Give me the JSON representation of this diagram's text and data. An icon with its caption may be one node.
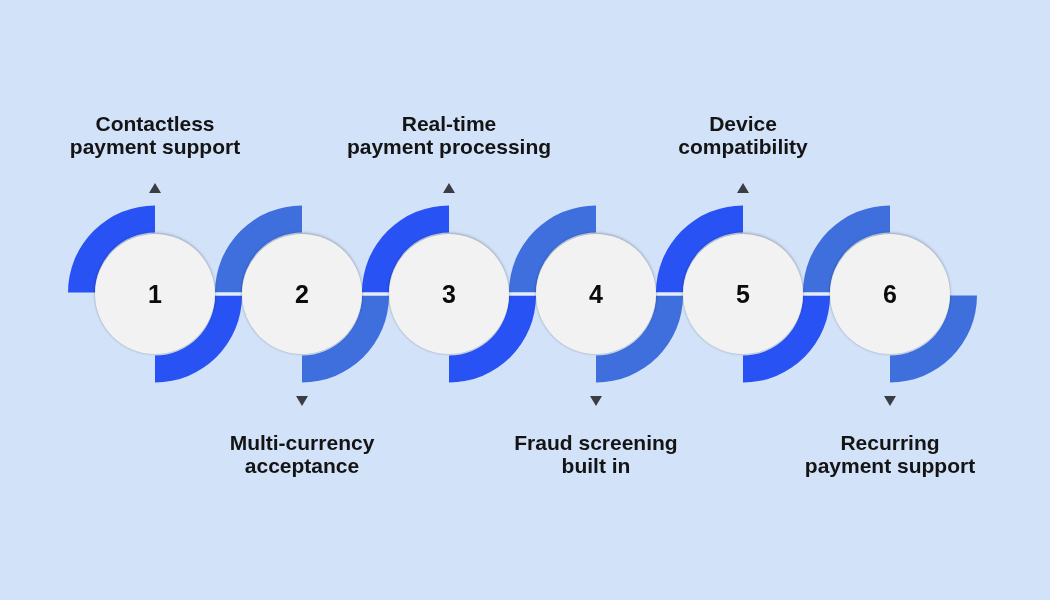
{
  "diagram": {
    "nodes": [
      {
        "text": [
          "1"
        ]
      },
      {
        "text": [
          "2"
        ]
      },
      {
        "text": [
          "3"
        ]
      },
      {
        "text": [
          "4"
        ]
      },
      {
        "text": [
          "5"
        ]
      },
      {
        "text": [
          "6"
        ]
      }
    ],
    "edges": [
      {
        "from": 0,
        "to": 1,
        "arrow": "none"
      },
      {
        "from": 1,
        "to": 2,
        "arrow": "none"
      },
      {
        "from": 2,
        "to": 3,
        "arrow": "none"
      },
      {
        "from": 3,
        "to": 4,
        "arrow": "none"
      },
      {
        "from": 4,
        "to": 5,
        "arrow": "none"
      }
    ],
    "labels": [
      "Contactless payment support",
      "Multi-currency acceptance",
      "Real-time payment processing",
      "Fraud screening built in",
      "Device compatibility",
      "Recurring payment support"
    ]
  }
}
